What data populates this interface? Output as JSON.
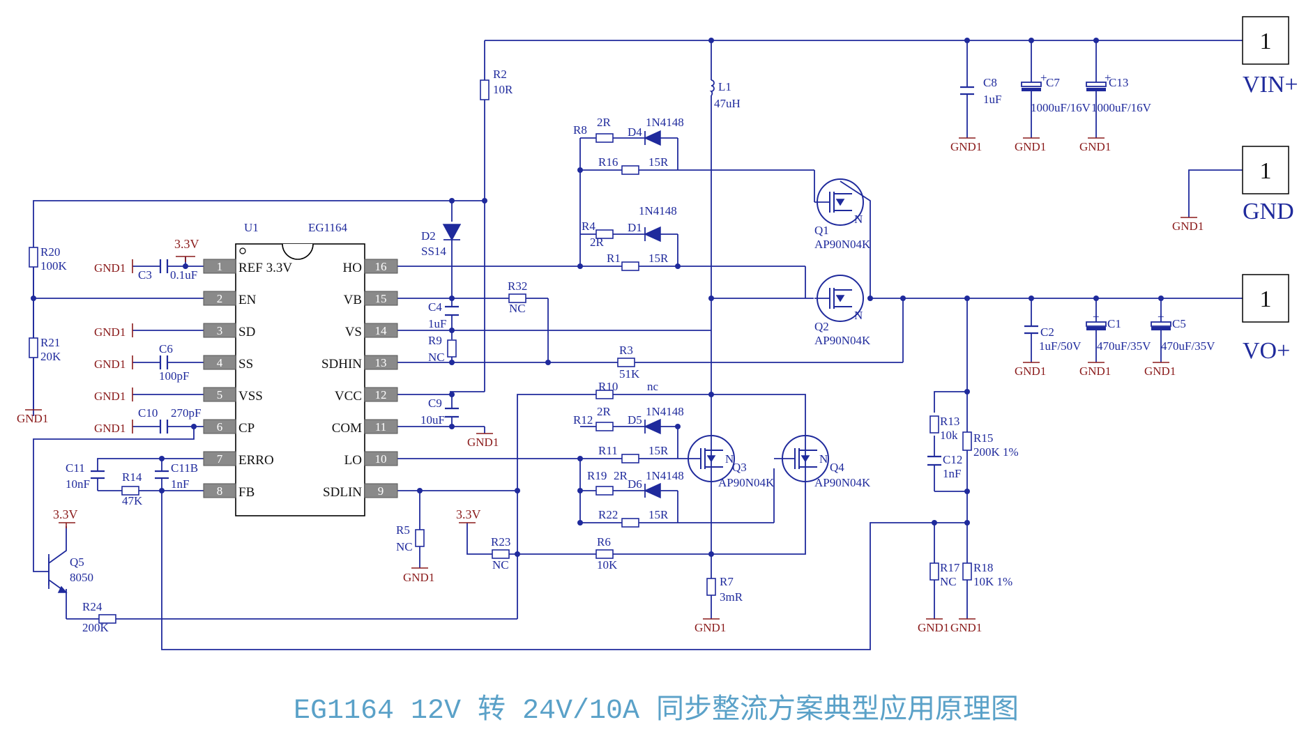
{
  "title": "EG1164 12V 转 24V/10A 同步整流方案典型应用原理图",
  "ic": {
    "ref": "U1",
    "part": "EG1164",
    "pins_left": [
      {
        "num": "1",
        "name": "REF 3.3V"
      },
      {
        "num": "2",
        "name": "EN"
      },
      {
        "num": "3",
        "name": "SD"
      },
      {
        "num": "4",
        "name": "SS"
      },
      {
        "num": "5",
        "name": "VSS"
      },
      {
        "num": "6",
        "name": "CP"
      },
      {
        "num": "7",
        "name": "ERRO"
      },
      {
        "num": "8",
        "name": "FB"
      }
    ],
    "pins_right": [
      {
        "num": "16",
        "name": "HO"
      },
      {
        "num": "15",
        "name": "VB"
      },
      {
        "num": "14",
        "name": "VS"
      },
      {
        "num": "13",
        "name": "SDHIN"
      },
      {
        "num": "12",
        "name": "VCC"
      },
      {
        "num": "11",
        "name": "COM"
      },
      {
        "num": "10",
        "name": "LO"
      },
      {
        "num": "9",
        "name": "SDLIN"
      }
    ]
  },
  "connectors": [
    {
      "num": "1",
      "net": "VIN+"
    },
    {
      "num": "1",
      "net": "GND"
    },
    {
      "num": "1",
      "net": "VO+"
    }
  ],
  "labels": {
    "gnd": "GND1",
    "v33": "3.3V"
  },
  "components": {
    "R2": "R2",
    "R2v": "10R",
    "L1": "L1",
    "L1v": "47uH",
    "C8": "C8",
    "C8v": "1uF",
    "C7": "C7",
    "C7v": "1000uF/16V",
    "C13": "C13",
    "C13v": "1000uF/16V",
    "R8": "R8",
    "R8v": "2R",
    "D4": "D4",
    "D4v": "1N4148",
    "R16": "R16",
    "R16v": "15R",
    "R4": "R4",
    "R4v": "2R",
    "D1": "D1",
    "D1v": "1N4148",
    "R1": "R1",
    "R1v": "15R",
    "D2": "D2",
    "D2v": "SS14",
    "Q1": "Q1",
    "Q1v": "AP90N04K",
    "Q2": "Q2",
    "Q2v": "AP90N04K",
    "R20": "R20",
    "R20v": "100K",
    "R21": "R21",
    "R21v": "20K",
    "C3": "C3",
    "C3v": "0.1uF",
    "C6": "C6",
    "C6v": "100pF",
    "C10": "C10",
    "C10v": "270pF",
    "C11": "C11",
    "C11v": "10nF",
    "C11B": "C11B",
    "C11Bv": "1nF",
    "R14": "R14",
    "R14v": "47K",
    "C4": "C4",
    "C4v": "1uF",
    "R32": "R32",
    "R32v": "NC",
    "R9": "R9",
    "R9v": "NC",
    "R3": "R3",
    "R3v": "51K",
    "C9": "C9",
    "C9v": "10uF",
    "R10": "R10",
    "R10v": "nc",
    "R12": "R12",
    "R12v": "2R",
    "D5": "D5",
    "D5v": "1N4148",
    "R11": "R11",
    "R11v": "15R",
    "R19": "R19",
    "R19v": "2R",
    "D6": "D6",
    "D6v": "1N4148",
    "R22": "R22",
    "R22v": "15R",
    "Q3": "Q3",
    "Q3v": "AP90N04K",
    "Q4": "Q4",
    "Q4v": "AP90N04K",
    "R5": "R5",
    "R5v": "NC",
    "R23": "R23",
    "R23v": "NC",
    "R6": "R6",
    "R6v": "10K",
    "R7": "R7",
    "R7v": "3mR",
    "Q5": "Q5",
    "Q5v": "8050",
    "R24": "R24",
    "R24v": "200K",
    "C2": "C2",
    "C2v": "1uF/50V",
    "C1": "C1",
    "C1v": "470uF/35V",
    "C5": "C5",
    "C5v": "470uF/35V",
    "R13": "R13",
    "R13v": "10k",
    "C12": "C12",
    "C12v": "1nF",
    "R15": "R15",
    "R15v": "200K 1%",
    "R17": "R17",
    "R17v": "NC",
    "R18": "R18",
    "R18v": "10K 1%"
  },
  "colors": {
    "wire": "#1f2a9c",
    "gnd_power": "#8a1a1a",
    "title": "#5aa1c8"
  }
}
